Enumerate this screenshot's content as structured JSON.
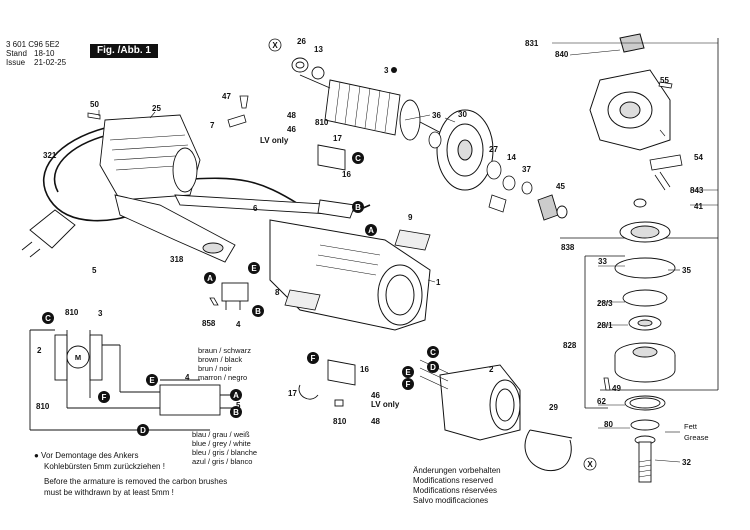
{
  "header": {
    "code": "3 601 C96 5E2",
    "stand_label": "Stand",
    "stand_value": "18-10",
    "issue_label": "Issue",
    "issue_value": "21-02-25",
    "fig_label": "Fig. /Abb. 1"
  },
  "parts": {
    "p831": "831",
    "p840": "840",
    "p26": "26",
    "p13": "13",
    "p3": "3",
    "p55": "55",
    "p50": "50",
    "p25": "25",
    "p47": "47",
    "p7": "7",
    "p48a": "48",
    "p46a": "46",
    "p810a": "810",
    "p17a": "17",
    "p16a": "16",
    "lvonly_a": "LV only",
    "p36": "36",
    "p30": "30",
    "p27": "27",
    "p14": "14",
    "p37": "37",
    "p45": "45",
    "p54": "54",
    "p843": "843",
    "p41": "41",
    "p321": "321",
    "p6": "6",
    "p9": "9",
    "p838": "838",
    "p5a": "5",
    "p318": "318",
    "p858": "858",
    "p4a": "4",
    "p8": "8",
    "p1": "1",
    "p33": "33",
    "p35": "35",
    "p28_3": "28/3",
    "p28_1": "28/1",
    "p828": "828",
    "p49": "49",
    "p62": "62",
    "p80": "80",
    "p32": "32",
    "p2": "2",
    "p29": "29",
    "p16b": "16",
    "p17b": "17",
    "p46b": "46",
    "p810b": "810",
    "p48b": "48",
    "lvonly_b": "LV only",
    "w810a": "810",
    "w3": "3",
    "w2": "2",
    "w810b": "810",
    "w4": "4",
    "w5": "5",
    "fett": "Fett",
    "grease": "Grease"
  },
  "letters": {
    "A": "A",
    "B": "B",
    "C": "C",
    "D": "D",
    "E": "E",
    "F": "F",
    "X": "X"
  },
  "wire_colors_top": [
    "braun / schwarz",
    "brown / black",
    "brun / noir",
    "marron / negro"
  ],
  "wire_colors_bottom": [
    "blau / grau / weiß",
    "blue / grey / white",
    "bleu / gris / blanche",
    "azul / gris / blanco"
  ],
  "note_left": {
    "line1": "● Vor Demontage des Ankers",
    "line2": "Kohlebürsten 5mm zurückziehen !",
    "line3": "Before the armature is removed the carbon brushes",
    "line4": "must be withdrawn by at least 5mm !"
  },
  "note_right": {
    "line1": "Änderungen vorbehalten",
    "line2": "Modifications reserved",
    "line3": "Modifications réservées",
    "line4": "Salvo modificaciones"
  }
}
